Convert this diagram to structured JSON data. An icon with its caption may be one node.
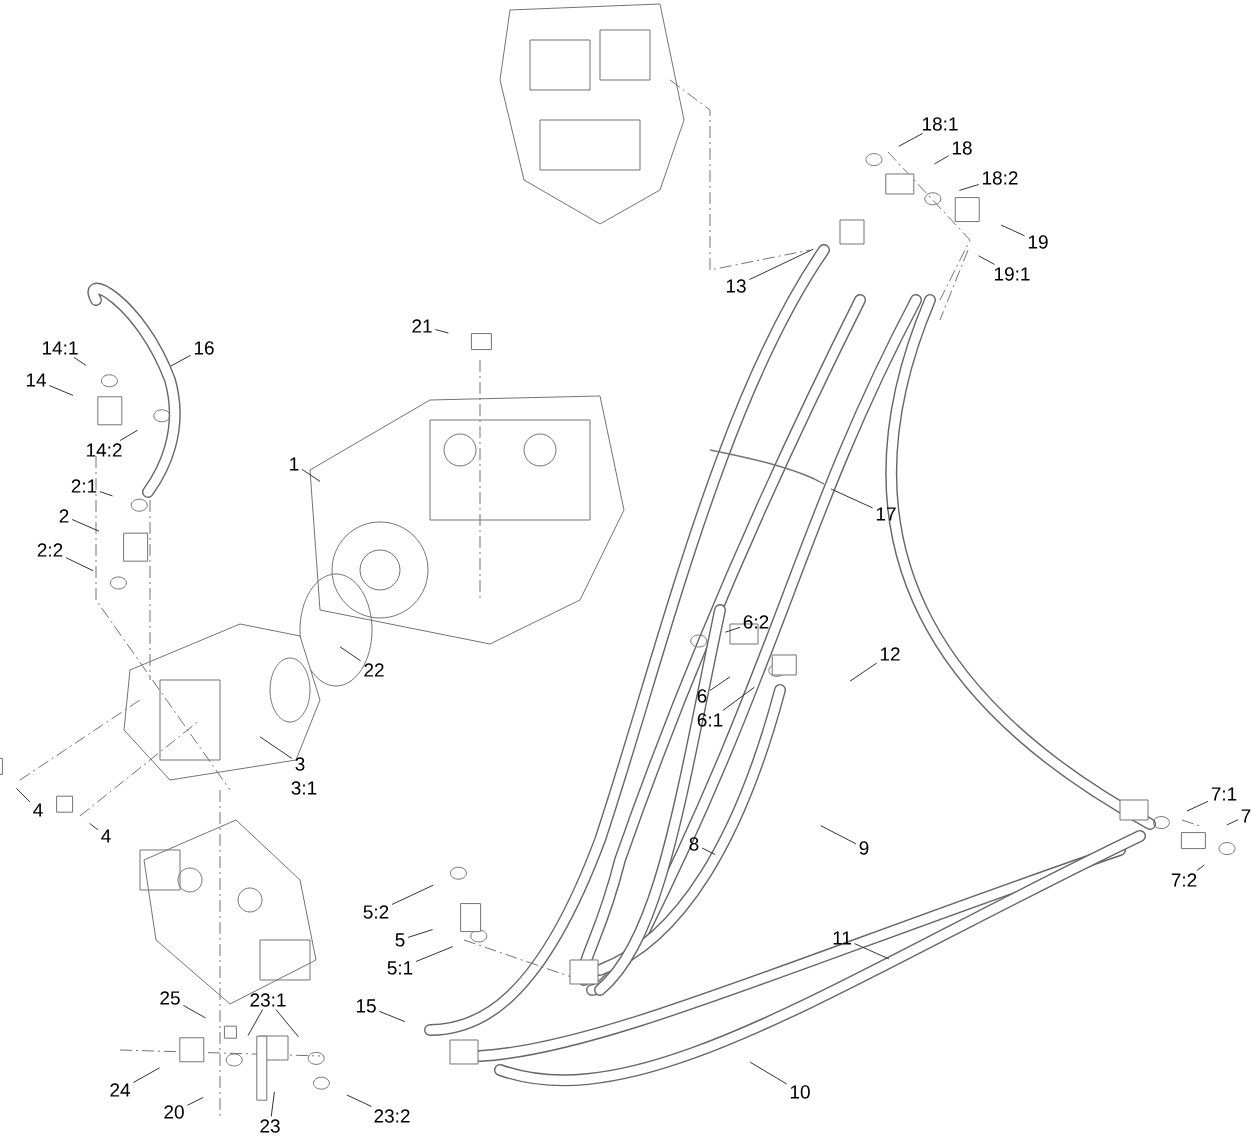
{
  "diagram": {
    "nodes": [
      {
        "text": [
          "14:1"
        ]
      },
      {
        "text": [
          "14"
        ]
      },
      {
        "text": [
          "16"
        ]
      },
      {
        "text": [
          "14:2"
        ]
      },
      {
        "text": [
          "2:1"
        ]
      },
      {
        "text": [
          "2"
        ]
      },
      {
        "text": [
          "2:2"
        ]
      },
      {
        "text": [
          "1"
        ]
      },
      {
        "text": [
          "21"
        ]
      },
      {
        "text": [
          "22"
        ]
      },
      {
        "text": [
          "3"
        ]
      },
      {
        "text": [
          "4"
        ]
      },
      {
        "text": [
          "4"
        ]
      },
      {
        "text": [
          "5:2"
        ]
      },
      {
        "text": [
          "5"
        ]
      },
      {
        "text": [
          "5:1"
        ]
      },
      {
        "text": [
          "25"
        ]
      },
      {
        "text": [
          "23:1"
        ]
      },
      {
        "text": [
          "15"
        ]
      },
      {
        "text": [
          "24"
        ]
      },
      {
        "text": [
          "20"
        ]
      },
      {
        "text": [
          "23"
        ]
      },
      {
        "text": [
          "23:2"
        ]
      },
      {
        "text": [
          "13"
        ]
      },
      {
        "text": [
          "18:1"
        ]
      },
      {
        "text": [
          "18"
        ]
      },
      {
        "text": [
          "18:2"
        ]
      },
      {
        "text": [
          "19"
        ]
      },
      {
        "text": [
          "19:1"
        ]
      },
      {
        "text": [
          "17"
        ]
      },
      {
        "text": [
          "6:2"
        ]
      },
      {
        "text": [
          "6"
        ]
      },
      {
        "text": [
          "6:1"
        ]
      },
      {
        "text": [
          "12"
        ]
      },
      {
        "text": [
          "8"
        ]
      },
      {
        "text": [
          "9"
        ]
      },
      {
        "text": [
          "11"
        ]
      },
      {
        "text": [
          "10"
        ]
      },
      {
        "text": [
          "7:1"
        ]
      },
      {
        "text": [
          "7"
        ]
      },
      {
        "text": [
          "7:2"
        ]
      }
    ],
    "edges": [
      {
        "from": 0,
        "to": null,
        "arrow": "none"
      },
      {
        "from": 1,
        "to": null,
        "arrow": "none"
      },
      {
        "from": 2,
        "to": null,
        "arrow": "none"
      },
      {
        "from": 3,
        "to": null,
        "arrow": "none"
      },
      {
        "from": 4,
        "to": null,
        "arrow": "none"
      },
      {
        "from": 5,
        "to": null,
        "arrow": "none"
      },
      {
        "from": 6,
        "to": null,
        "arrow": "none"
      },
      {
        "from": 7,
        "to": null,
        "arrow": "none"
      },
      {
        "from": 8,
        "to": null,
        "arrow": "none"
      },
      {
        "from": 9,
        "to": null,
        "arrow": "none"
      },
      {
        "from": 10,
        "to": null,
        "arrow": "none"
      },
      {
        "from": 11,
        "to": null,
        "arrow": "none"
      },
      {
        "from": 12,
        "to": null,
        "arrow": "none"
      },
      {
        "from": 13,
        "to": null,
        "arrow": "none"
      },
      {
        "from": 14,
        "to": null,
        "arrow": "none"
      },
      {
        "from": 15,
        "to": null,
        "arrow": "none"
      },
      {
        "from": 16,
        "to": null,
        "arrow": "none"
      },
      {
        "from": 17,
        "to": null,
        "arrow": "none"
      },
      {
        "from": 17,
        "to": null,
        "arrow": "none"
      },
      {
        "from": 18,
        "to": null,
        "arrow": "none"
      },
      {
        "from": 19,
        "to": null,
        "arrow": "none"
      },
      {
        "from": 20,
        "to": null,
        "arrow": "none"
      },
      {
        "from": 21,
        "to": null,
        "arrow": "none"
      },
      {
        "from": 22,
        "to": null,
        "arrow": "none"
      },
      {
        "from": 23,
        "to": null,
        "arrow": "none"
      },
      {
        "from": 24,
        "to": null,
        "arrow": "none"
      },
      {
        "from": 25,
        "to": null,
        "arrow": "none"
      },
      {
        "from": 26,
        "to": null,
        "arrow": "none"
      },
      {
        "from": 27,
        "to": null,
        "arrow": "none"
      },
      {
        "from": 28,
        "to": null,
        "arrow": "none"
      },
      {
        "from": 29,
        "to": null,
        "arrow": "none"
      },
      {
        "from": 30,
        "to": null,
        "arrow": "none"
      },
      {
        "from": 31,
        "to": null,
        "arrow": "none"
      },
      {
        "from": 32,
        "to": null,
        "arrow": "none"
      },
      {
        "from": 33,
        "to": null,
        "arrow": "none"
      },
      {
        "from": 34,
        "to": null,
        "arrow": "none"
      },
      {
        "from": 35,
        "to": null,
        "arrow": "none"
      },
      {
        "from": 36,
        "to": null,
        "arrow": "none"
      },
      {
        "from": 37,
        "to": null,
        "arrow": "none"
      },
      {
        "from": 38,
        "to": null,
        "arrow": "none"
      },
      {
        "from": 39,
        "to": null,
        "arrow": "none"
      },
      {
        "from": 40,
        "to": null,
        "arrow": "none"
      }
    ],
    "labels": [
      "3:1"
    ]
  }
}
